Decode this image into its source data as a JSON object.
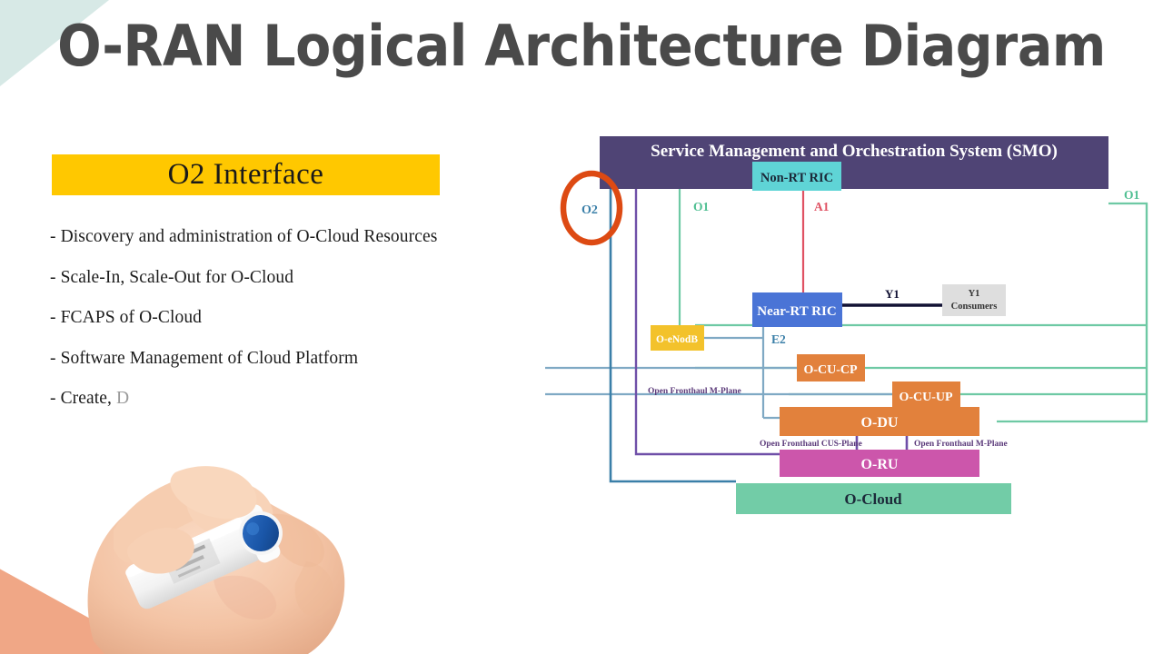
{
  "slide": {
    "title": "O-RAN Logical Architecture Diagram",
    "title_color": "#4a4a4a",
    "background_color": "#ffffff",
    "corner_top_left_color": "#d7e9e6",
    "corner_bottom_left_color": "#f0a786"
  },
  "left_panel": {
    "heading": "O2 Interface",
    "heading_bg_color": "#ffc800",
    "heading_text_color": "#1a1a1a",
    "bullets": [
      {
        "text": "- Discovery and administration of O-Cloud Resources",
        "partial": false,
        "ghost": ""
      },
      {
        "text": "- Scale-In, Scale-Out for O-Cloud",
        "partial": false,
        "ghost": ""
      },
      {
        "text": "- FCAPS of O-Cloud",
        "partial": false,
        "ghost": ""
      },
      {
        "text": "- Software Management of Cloud Platform",
        "partial": false,
        "ghost": ""
      },
      {
        "text": "- Create,",
        "partial": true,
        "ghost": " D"
      }
    ]
  },
  "hand": {
    "skin_color": "#f3c3a4",
    "marker_body_color": "#fdfdfd",
    "marker_cap_color": "#1a56a8"
  },
  "diagram": {
    "boxes": {
      "smo": {
        "label": "Service Management and Orchestration System (SMO)",
        "fill": "#4f4475",
        "text_color": "#ffffff"
      },
      "non_rt_ric": {
        "label": "Non-RT RIC",
        "fill": "#5fd4d6",
        "text_color": "#1c2a3a"
      },
      "near_rt_ric": {
        "label": "Near-RT RIC",
        "fill": "#4a74d6",
        "text_color": "#ffffff"
      },
      "y1_consumers": {
        "label": "Y1\nConsumers",
        "line1": "Y1",
        "line2": "Consumers",
        "fill": "#dedede",
        "text_color": "#333333"
      },
      "o_enodb": {
        "label": "O-eNodB",
        "fill": "#f3c22b",
        "text_color": "#ffffff"
      },
      "o_cu_cp": {
        "label": "O-CU-CP",
        "fill": "#e2813c",
        "text_color": "#ffffff"
      },
      "o_cu_up": {
        "label": "O-CU-UP",
        "fill": "#e2813c",
        "text_color": "#ffffff"
      },
      "o_du": {
        "label": "O-DU",
        "fill": "#e2813c",
        "text_color": "#ffffff"
      },
      "o_ru": {
        "label": "O-RU",
        "fill": "#cc56ab",
        "text_color": "#ffffff"
      },
      "o_cloud": {
        "label": "O-Cloud",
        "fill": "#72cca7",
        "text_color": "#1c2a3a"
      }
    },
    "interface_labels": {
      "o2": {
        "text": "O2",
        "color": "#3a7fa8",
        "highlight_color": "#dd4a13"
      },
      "o1_left": {
        "text": "O1",
        "color": "#4fbf92"
      },
      "o1_right": {
        "text": "O1",
        "color": "#4fbf92"
      },
      "a1": {
        "text": "A1",
        "color": "#e05263"
      },
      "e2": {
        "text": "E2",
        "color": "#3a7fa8"
      },
      "y1": {
        "text": "Y1",
        "color": "#111133"
      },
      "ofh_m_plane_left": {
        "text": "Open Fronthaul M-Plane",
        "color": "#5b3a7a"
      },
      "ofh_cus_plane": {
        "text": "Open Fronthaul CUS-Plane",
        "color": "#5b3a7a"
      },
      "ofh_m_plane_right": {
        "text": "Open Fronthaul M-Plane",
        "color": "#5b3a7a"
      }
    },
    "line_colors": {
      "o2_blue": "#3a7fa8",
      "o1_green": "#6ec9a4",
      "a1_red": "#e05263",
      "e2_blue": "#7fa9c4",
      "y1_dark": "#111133",
      "purple": "#6f4fa8"
    }
  }
}
